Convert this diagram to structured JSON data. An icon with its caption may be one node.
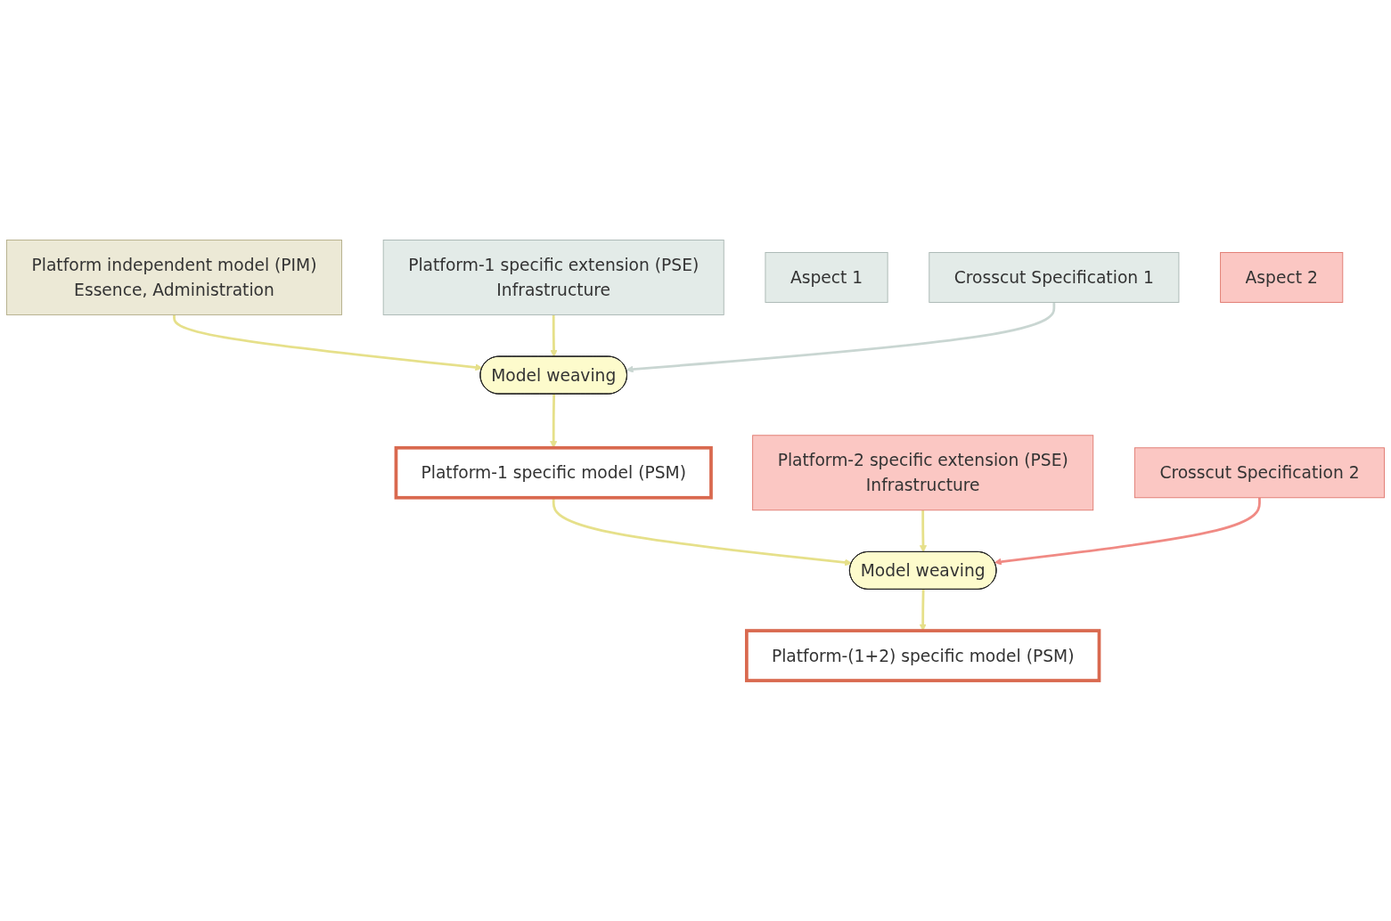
{
  "diagram": {
    "nodes": [
      {
        "text": [
          "Platform independent model (PIM)",
          "Essence, Administration"
        ]
      },
      {
        "text": [
          "Platform-1 specific extension (PSE)",
          "Infrastructure"
        ]
      },
      {
        "text": [
          "Aspect 1"
        ]
      },
      {
        "text": [
          "Model weaving"
        ]
      },
      {
        "text": [
          "Crosscut Specification 1"
        ]
      },
      {
        "text": [
          "Platform-1 specific model (PSM)"
        ]
      },
      {
        "text": [
          "Platform-2 specific extension (PSE)",
          "Infrastructure"
        ]
      },
      {
        "text": [
          "Aspect 2"
        ]
      },
      {
        "text": [
          "Model weaving"
        ]
      },
      {
        "text": [
          "Crosscut Specification 2"
        ]
      },
      {
        "text": [
          "Platform-(1+2) specific model (PSM)"
        ]
      }
    ],
    "edges": [
      {
        "from": 0,
        "to": 3,
        "arrow": "to"
      },
      {
        "from": 1,
        "to": 3,
        "arrow": "to"
      },
      {
        "from": 4,
        "to": 3,
        "arrow": "to",
        "color": "#c9d6d2"
      },
      {
        "from": 3,
        "to": 5,
        "arrow": "to"
      },
      {
        "from": 5,
        "to": 8,
        "arrow": "to"
      },
      {
        "from": 6,
        "to": 8,
        "arrow": "to"
      },
      {
        "from": 9,
        "to": 8,
        "arrow": "to",
        "color": "#f08a84"
      },
      {
        "from": 8,
        "to": 10,
        "arrow": "to"
      }
    ]
  }
}
